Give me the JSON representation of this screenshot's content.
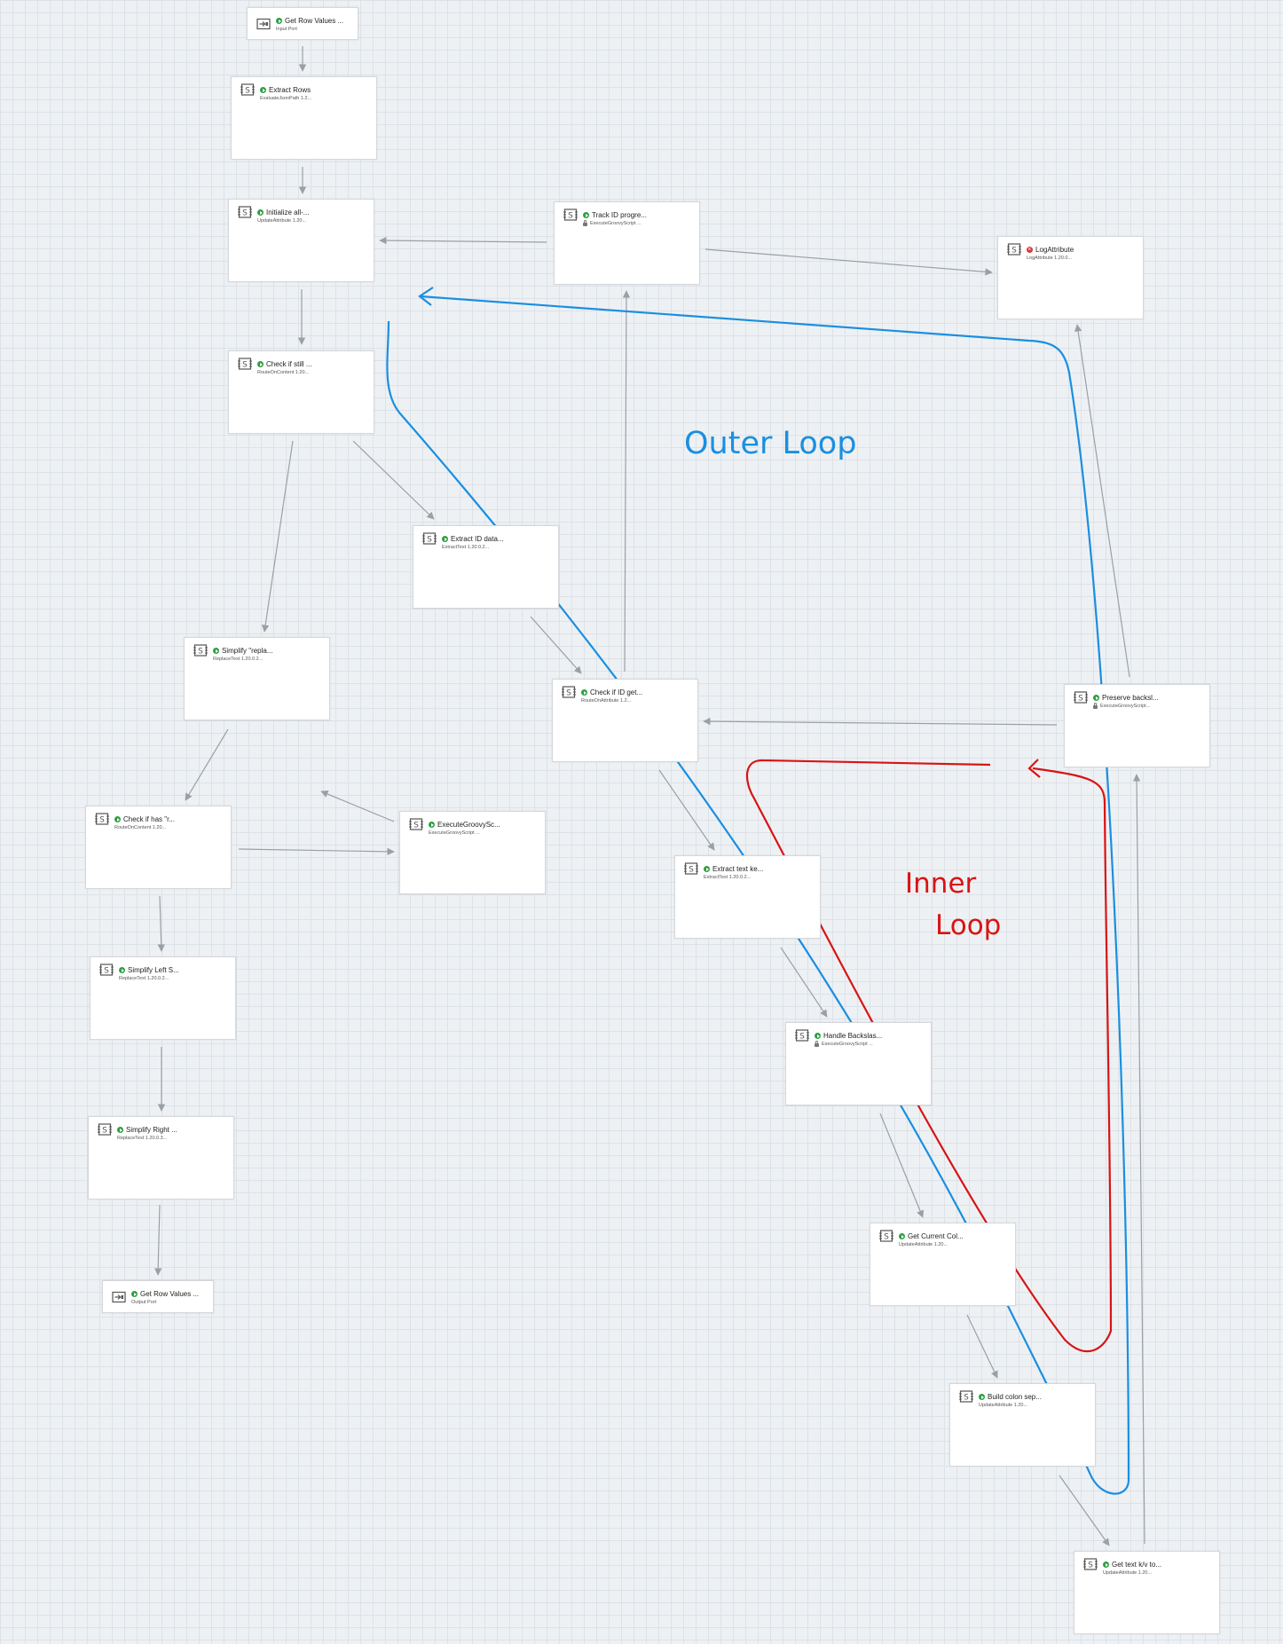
{
  "canvas": {
    "grid_color": "#dde2e7",
    "background": "#eef1f4"
  },
  "nodes": [
    {
      "id": "n1",
      "title": "Get Row Values ...",
      "subtitle": "Input Port",
      "kind": "port",
      "status": "running",
      "locked": false
    },
    {
      "id": "n2",
      "title": "Extract Rows",
      "subtitle": "EvaluateJsonPath 1.2...",
      "kind": "processor",
      "status": "running",
      "locked": false
    },
    {
      "id": "n3",
      "title": "Initialize all-...",
      "subtitle": "UpdateAttribute 1.20...",
      "kind": "processor",
      "status": "running",
      "locked": false
    },
    {
      "id": "n4",
      "title": "Track ID progre...",
      "subtitle": "ExecuteGroovyScript ...",
      "kind": "processor",
      "status": "running",
      "locked": true
    },
    {
      "id": "n5",
      "title": "LogAttribute",
      "subtitle": "LogAttribute 1.20.0...",
      "kind": "processor",
      "status": "stopped",
      "locked": false
    },
    {
      "id": "n6",
      "title": "Check if still ...",
      "subtitle": "RouteOnContent 1.20...",
      "kind": "processor",
      "status": "running",
      "locked": false
    },
    {
      "id": "n7",
      "title": "Extract ID data...",
      "subtitle": "ExtractText 1.20.0.2...",
      "kind": "processor",
      "status": "running",
      "locked": false
    },
    {
      "id": "n8",
      "title": "Simplify \"repla...",
      "subtitle": "ReplaceText 1.20.0.2...",
      "kind": "processor",
      "status": "running",
      "locked": false
    },
    {
      "id": "n9",
      "title": "Check if ID get...",
      "subtitle": "RouteOnAttribute 1.2...",
      "kind": "processor",
      "status": "running",
      "locked": false
    },
    {
      "id": "n10",
      "title": "Preserve backsl...",
      "subtitle": "ExecuteGroovyScript...",
      "kind": "processor",
      "status": "running",
      "locked": true
    },
    {
      "id": "n11",
      "title": "Check if has \"r...",
      "subtitle": "RouteOnContent 1.20...",
      "kind": "processor",
      "status": "running",
      "locked": false
    },
    {
      "id": "n12",
      "title": "ExecuteGroovySc...",
      "subtitle": "ExecuteGroovyScript ...",
      "kind": "processor",
      "status": "running",
      "locked": false
    },
    {
      "id": "n13",
      "title": "Extract text ke...",
      "subtitle": "ExtractText 1.20.0.2...",
      "kind": "processor",
      "status": "running",
      "locked": false
    },
    {
      "id": "n14",
      "title": "Simplify Left S...",
      "subtitle": "ReplaceText 1.20.0.2...",
      "kind": "processor",
      "status": "running",
      "locked": false
    },
    {
      "id": "n15",
      "title": "Handle Backslas...",
      "subtitle": "ExecuteGroovyScript ...",
      "kind": "processor",
      "status": "running",
      "locked": true
    },
    {
      "id": "n16",
      "title": "Simplify Right ...",
      "subtitle": "ReplaceText 1.20.0.3...",
      "kind": "processor",
      "status": "running",
      "locked": false
    },
    {
      "id": "n17",
      "title": "Get Current Col...",
      "subtitle": "UpdateAttribute 1.20...",
      "kind": "processor",
      "status": "running",
      "locked": false
    },
    {
      "id": "n18",
      "title": "Get Row Values ...",
      "subtitle": "Output Port",
      "kind": "port",
      "status": "running",
      "locked": false
    },
    {
      "id": "n19",
      "title": "Build colon sep...",
      "subtitle": "UpdateAttribute 1.20...",
      "kind": "processor",
      "status": "running",
      "locked": false
    },
    {
      "id": "n20",
      "title": "Get text k/v to...",
      "subtitle": "UpdateAttribute 1.20...",
      "kind": "processor",
      "status": "running",
      "locked": false
    }
  ],
  "connections": [
    [
      "n1",
      "n2"
    ],
    [
      "n2",
      "n3"
    ],
    [
      "n3",
      "n6"
    ],
    [
      "n4",
      "n3"
    ],
    [
      "n4",
      "n5"
    ],
    [
      "n6",
      "n7"
    ],
    [
      "n6",
      "n8"
    ],
    [
      "n7",
      "n9"
    ],
    [
      "n9",
      "n4"
    ],
    [
      "n10",
      "n9"
    ],
    [
      "n10",
      "n5"
    ],
    [
      "n9",
      "n13"
    ],
    [
      "n8",
      "n11"
    ],
    [
      "n11",
      "n12"
    ],
    [
      "n12",
      "n11"
    ],
    [
      "n11",
      "n14"
    ],
    [
      "n14",
      "n16"
    ],
    [
      "n16",
      "n18"
    ],
    [
      "n13",
      "n15"
    ],
    [
      "n15",
      "n17"
    ],
    [
      "n17",
      "n19"
    ],
    [
      "n19",
      "n20"
    ],
    [
      "n20",
      "n10"
    ]
  ],
  "annotations": {
    "outer_loop": {
      "label": "Outer Loop",
      "color": "#1a8fe0"
    },
    "inner_loop": {
      "label_line1": "Inner",
      "label_line2": "Loop",
      "color": "#d81414"
    }
  },
  "colors": {
    "edge": "#9aa0a6",
    "running": "#2e9e42",
    "stopped": "#d63838"
  }
}
